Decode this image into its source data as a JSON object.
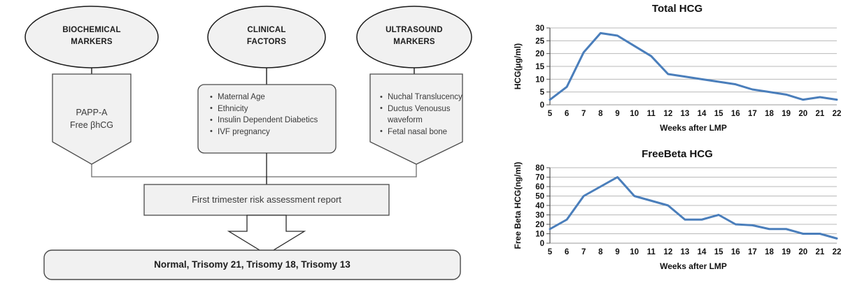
{
  "flowchart": {
    "sources": [
      {
        "id": "biochemical",
        "line1": "BIOCHEMICAL",
        "line2": "MARKERS"
      },
      {
        "id": "clinical",
        "line1": "CLINICAL",
        "line2": "FACTORS"
      },
      {
        "id": "ultrasound",
        "line1": "ULTRASOUND",
        "line2": "MARKERS"
      }
    ],
    "biochemical_items": [
      "PAPP-A",
      "Free βhCG"
    ],
    "clinical_items": [
      "Maternal Age",
      "Ethnicity",
      "Insulin Dependent Diabetics",
      "IVF pregnancy"
    ],
    "ultrasound_items": [
      "Nuchal Translucency",
      "Ductus Venousus",
      "waveform",
      "Fetal nasal bone"
    ],
    "report": "First trimester risk assessment report",
    "outcome": "Normal, Trisomy 21, Trisomy 18, Trisomy 13"
  },
  "chart_data": [
    {
      "id": "total-hcg",
      "type": "line",
      "title": "Total HCG",
      "xlabel": "Weeks after LMP",
      "ylabel": "HCG(µg/ml)",
      "categories": [
        5,
        6,
        7,
        8,
        9,
        10,
        11,
        12,
        13,
        14,
        15,
        16,
        17,
        18,
        19,
        20,
        21,
        22
      ],
      "tick_labels": [
        "5",
        "6",
        "7",
        "8",
        "9",
        "10",
        "11",
        "12",
        "13",
        "14",
        "15",
        "16",
        "17",
        "18",
        "19",
        "20",
        "21",
        "22"
      ],
      "values": [
        2,
        7,
        20.5,
        28,
        27,
        23,
        19,
        12,
        11,
        10,
        9,
        8,
        6,
        5,
        4,
        2,
        3,
        2
      ],
      "ylim": [
        0,
        30
      ],
      "yticks": [
        0,
        5,
        10,
        15,
        20,
        25,
        30
      ],
      "ytick_labels": [
        "0",
        "5",
        "10",
        "15",
        "20",
        "25",
        "30"
      ],
      "grid": true,
      "legend": "none",
      "line_color": "#4a7ebb"
    },
    {
      "id": "freebeta-hcg",
      "type": "line",
      "title": "FreeBeta HCG",
      "xlabel": "Weeks after LMP",
      "ylabel": "Free Beta HCG(ng/ml)",
      "categories": [
        5,
        6,
        7,
        8,
        9,
        10,
        11,
        12,
        13,
        14,
        15,
        16,
        17,
        18,
        19,
        20,
        21,
        22
      ],
      "tick_labels": [
        "5",
        "6",
        "7",
        "8",
        "9",
        "10",
        "11",
        "12",
        "13",
        "14",
        "15",
        "16",
        "17",
        "18",
        "19",
        "20",
        "21",
        "22"
      ],
      "values": [
        15,
        25,
        50,
        60,
        70,
        50,
        45,
        40,
        25,
        25,
        30,
        20,
        19,
        15,
        15,
        10,
        10,
        5
      ],
      "ylim": [
        0,
        80
      ],
      "yticks": [
        0,
        10,
        20,
        30,
        40,
        50,
        60,
        70,
        80
      ],
      "ytick_labels": [
        "0",
        "10",
        "20",
        "30",
        "40",
        "50",
        "60",
        "70",
        "80"
      ],
      "grid": true,
      "legend": "none",
      "line_color": "#4a7ebb"
    }
  ]
}
